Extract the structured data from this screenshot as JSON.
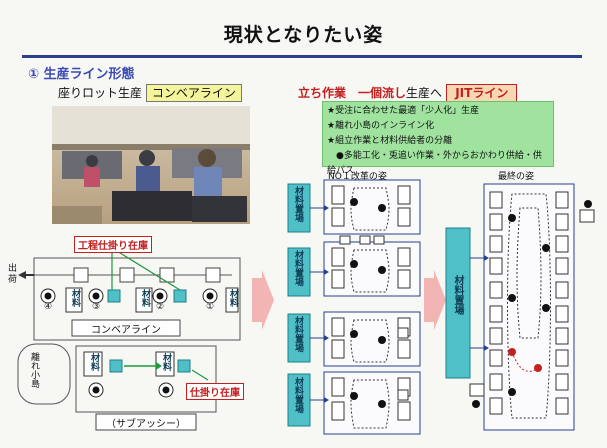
{
  "title": "現状となりたい姿",
  "section": "① 生産ライン形態",
  "current": {
    "label": "座りロット生産",
    "badge": "コンベアライン",
    "callout_wip": "工程仕掛り在庫",
    "shipping": "出荷",
    "stations": [
      "④",
      "③",
      "②",
      "①"
    ],
    "material": "材料",
    "conveyor": "コンベアライン",
    "island": "離れ小島",
    "callout_inprocess": "仕掛り在庫",
    "subassy": "（サブアッシー）"
  },
  "future": {
    "label_red": "立ち作業　一個流し",
    "label_rest": "生産へ",
    "badge": "JITライン",
    "notes": [
      "★受注に合わせた最適「少人化」生産",
      "★離れ小島のインライン化",
      "★組立作業と材料供給者の分離",
      "　●多能工化・兎追い作業・外からおかわり供給・供給パス"
    ],
    "no1_title": "NO１改革の姿",
    "final_title": "最終の姿",
    "material_store": "材料置場"
  },
  "colors": {
    "accent_blue": "#2a3f8f",
    "red": "#c42020",
    "teal": "#4fc0c8",
    "green_note": "#9fe39f",
    "arrow_pink": "#f3b4b4"
  }
}
